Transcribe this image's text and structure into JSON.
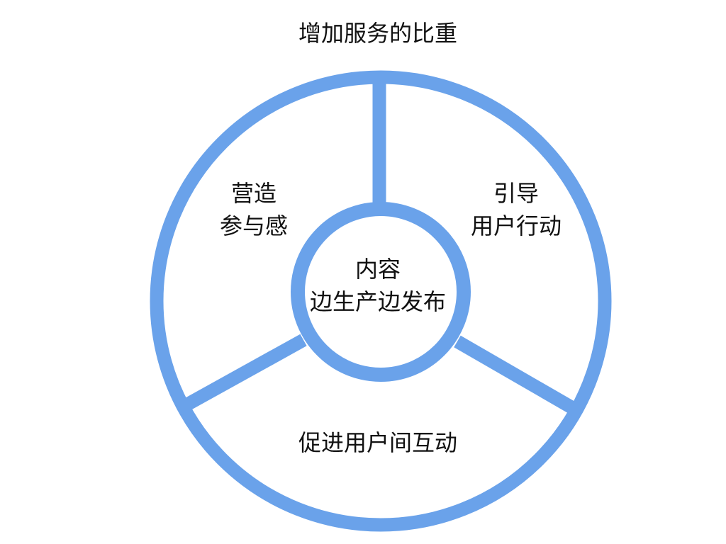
{
  "colors": {
    "ring": "#6aa2ea",
    "text": "#111111"
  },
  "title": "增加服务的比重",
  "center": {
    "line1": "内容",
    "line2": "边生产边发布"
  },
  "segments": {
    "left": {
      "line1": "营造",
      "line2": "参与感"
    },
    "right": {
      "line1": "引导",
      "line2": "用户行动"
    },
    "bottom": {
      "line1": "促进用户间互动"
    }
  }
}
